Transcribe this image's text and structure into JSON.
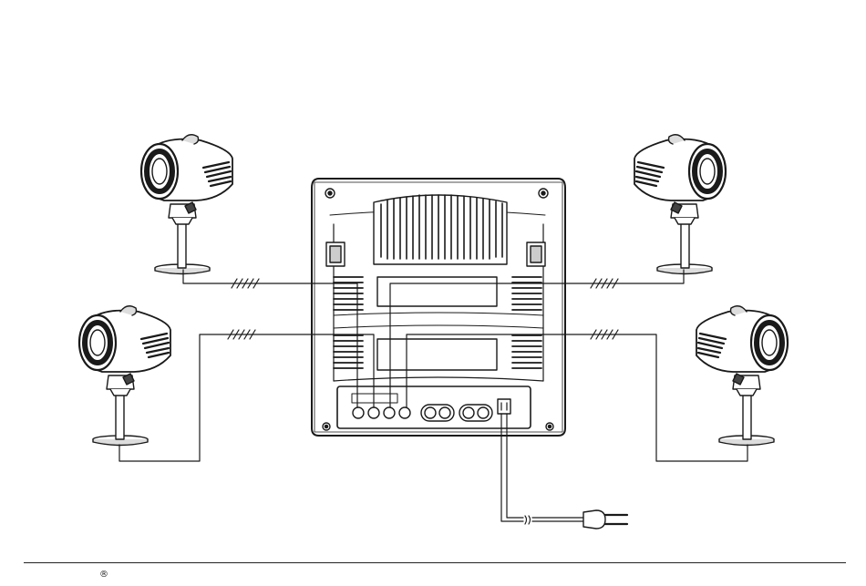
{
  "footer": {
    "registered_mark": "®"
  },
  "diagram": {
    "components": [
      "tv-rear-panel",
      "camera-top-left",
      "camera-top-right",
      "camera-bottom-left",
      "camera-bottom-right",
      "power-plug"
    ],
    "line_color": "#1a1a1a",
    "fill_color": "#ffffff",
    "shade_color": "#cfcfcf"
  }
}
